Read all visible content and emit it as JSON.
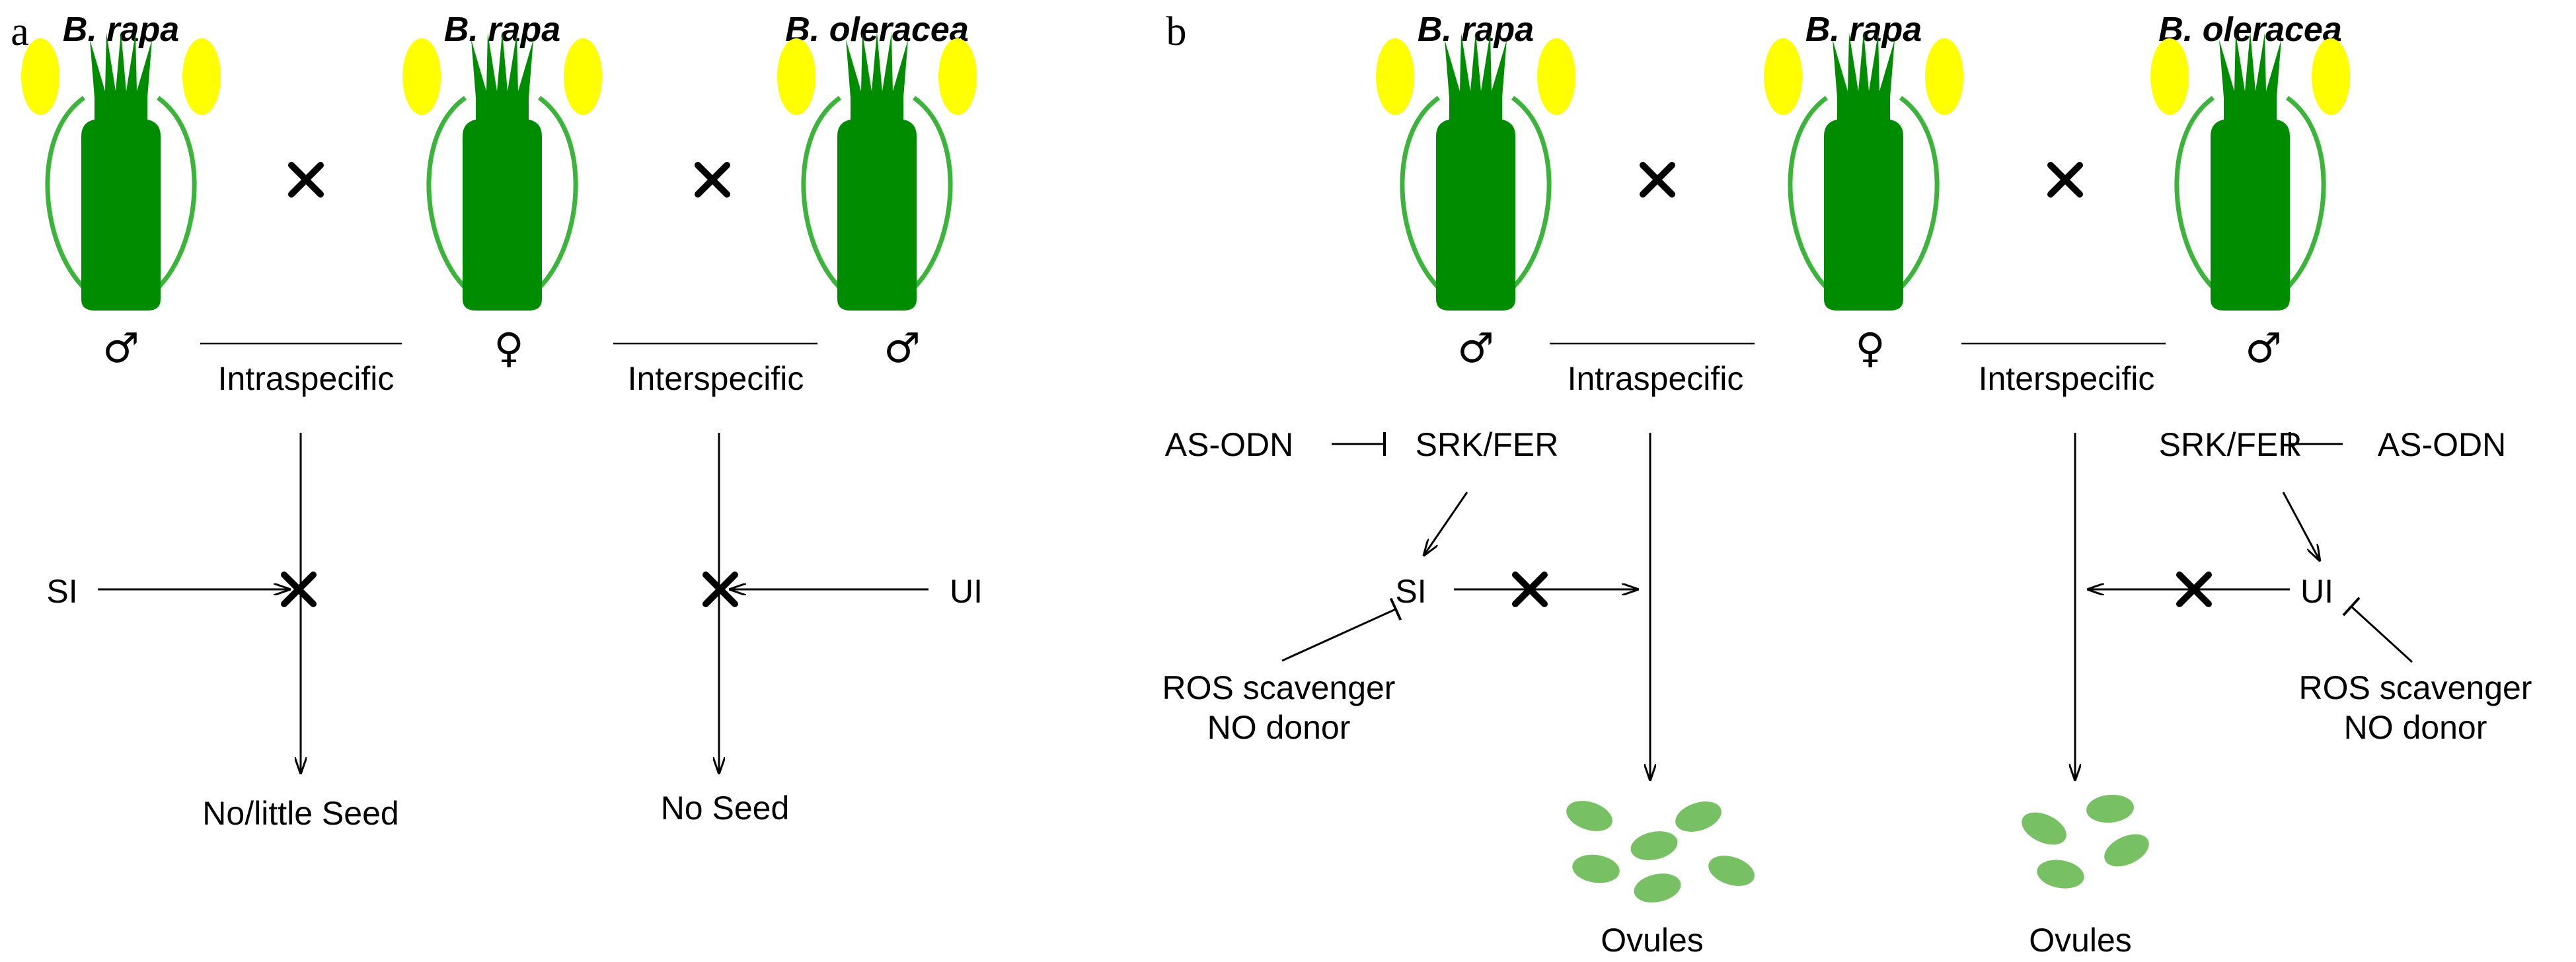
{
  "panel_a": {
    "letter": "a",
    "species_left": "B. rapa",
    "species_mid": "B. rapa",
    "species_right": "B. oleracea",
    "male_symbol": "♂",
    "female_symbol": "♀",
    "intraspecific_label": "Intraspecific",
    "interspecific_label": "Interspecific",
    "si_label": "SI",
    "ui_label": "UI",
    "result_left": "No/little Seed",
    "result_right": "No Seed"
  },
  "panel_b": {
    "letter": "b",
    "species_left": "B. rapa",
    "species_mid": "B. rapa",
    "species_right": "B. oleracea",
    "male_symbol": "♂",
    "female_symbol": "♀",
    "intraspecific_label": "Intraspecific",
    "interspecific_label": "Interspecific",
    "asodn_left": "AS-ODN",
    "srkfer_left": "SRK/FER",
    "srkfer_right": "SRK/FER",
    "asodn_right": "AS-ODN",
    "si_label": "SI",
    "ui_label": "UI",
    "ros_left": "ROS scavenger",
    "no_left": "NO donor",
    "ros_right": "ROS scavenger",
    "no_right": "NO donor",
    "ovules_left": "Ovules",
    "ovules_right": "Ovules"
  },
  "colors": {
    "pistil": "#008c00",
    "filament": "#3cb43c",
    "anther": "#ffff00",
    "ovule": "#78c064",
    "line": "#000000"
  },
  "icons": [
    "flower-icon",
    "cross-mark-icon",
    "arrow",
    "inhibition-bar",
    "ovule-icon"
  ]
}
